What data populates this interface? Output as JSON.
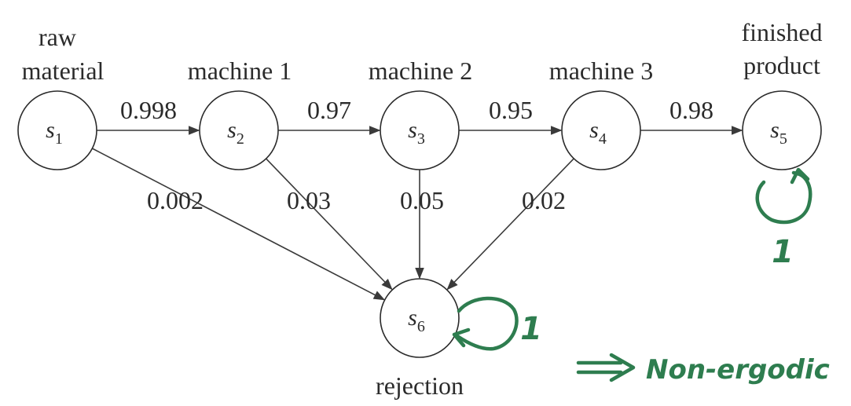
{
  "nodes": [
    {
      "id": "s1",
      "sym": "s",
      "sub": "1",
      "caption": [
        "raw",
        "material"
      ]
    },
    {
      "id": "s2",
      "sym": "s",
      "sub": "2",
      "caption": [
        "machine 1"
      ]
    },
    {
      "id": "s3",
      "sym": "s",
      "sub": "3",
      "caption": [
        "machine 2"
      ]
    },
    {
      "id": "s4",
      "sym": "s",
      "sub": "4",
      "caption": [
        "machine 3"
      ]
    },
    {
      "id": "s5",
      "sym": "s",
      "sub": "5",
      "caption": [
        "finished",
        "product"
      ]
    },
    {
      "id": "s6",
      "sym": "s",
      "sub": "6",
      "caption": [
        "rejection"
      ]
    }
  ],
  "edges": [
    {
      "from": "s1",
      "to": "s2",
      "prob": "0.998"
    },
    {
      "from": "s2",
      "to": "s3",
      "prob": "0.97"
    },
    {
      "from": "s3",
      "to": "s4",
      "prob": "0.95"
    },
    {
      "from": "s4",
      "to": "s5",
      "prob": "0.98"
    },
    {
      "from": "s1",
      "to": "s6",
      "prob": "0.002"
    },
    {
      "from": "s2",
      "to": "s6",
      "prob": "0.03"
    },
    {
      "from": "s3",
      "to": "s6",
      "prob": "0.05"
    },
    {
      "from": "s4",
      "to": "s6",
      "prob": "0.02"
    }
  ],
  "self_loops": [
    {
      "node": "s5",
      "prob": "1"
    },
    {
      "node": "s6",
      "prob": "1"
    }
  ],
  "annotation": {
    "text": "Non-ergodic",
    "arrow": "⟹"
  },
  "colors": {
    "ink": "#2b2b2b",
    "handwriting": "#2e7d4f"
  }
}
